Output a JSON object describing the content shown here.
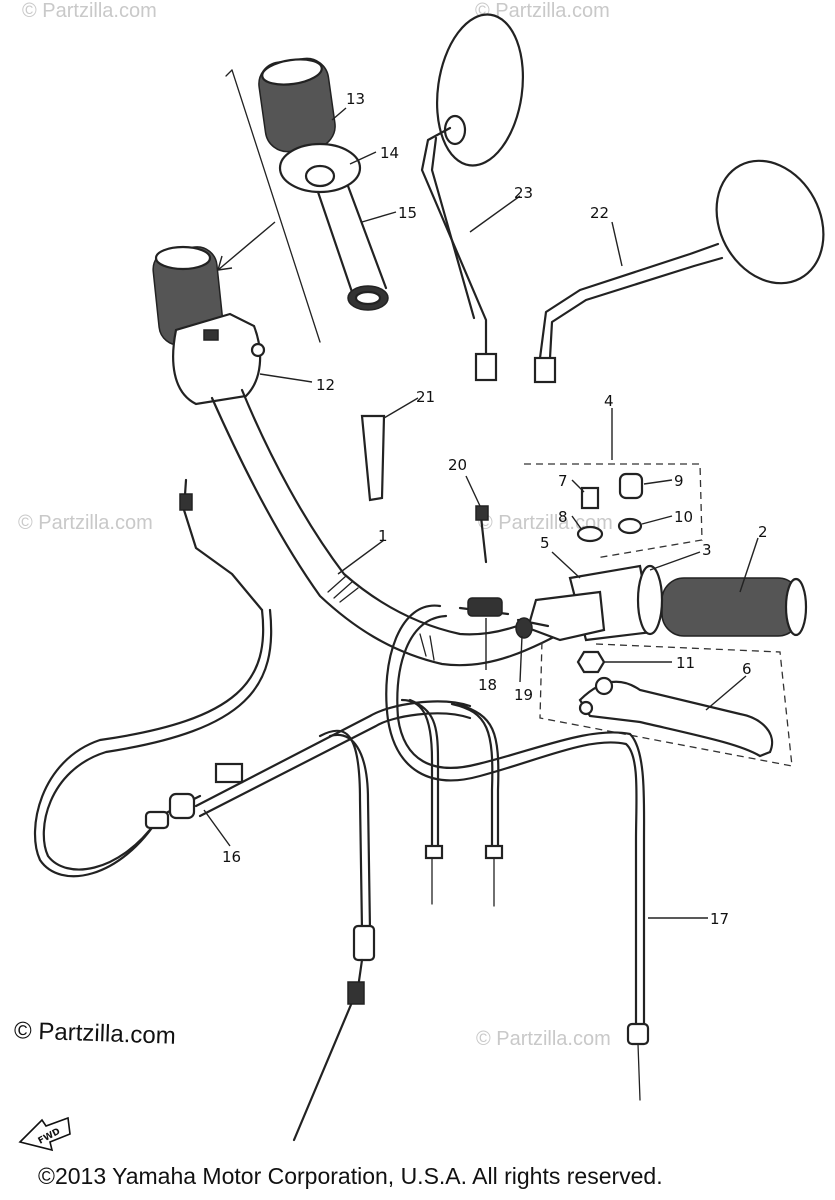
{
  "watermarks": [
    "© Partzilla.com",
    "© Partzilla.com",
    "© Partzilla.com",
    "© Partzilla.com",
    "© Partzilla.com"
  ],
  "brand_mark": "© Partzilla.com",
  "copyright": "©2013 Yamaha Motor Corporation, U.S.A. All rights reserved.",
  "direction_badge": "FWD",
  "callouts": [
    "1",
    "2",
    "3",
    "4",
    "5",
    "6",
    "7",
    "8",
    "9",
    "10",
    "11",
    "12",
    "13",
    "14",
    "15",
    "16",
    "17",
    "18",
    "19",
    "20",
    "21",
    "22",
    "23"
  ]
}
